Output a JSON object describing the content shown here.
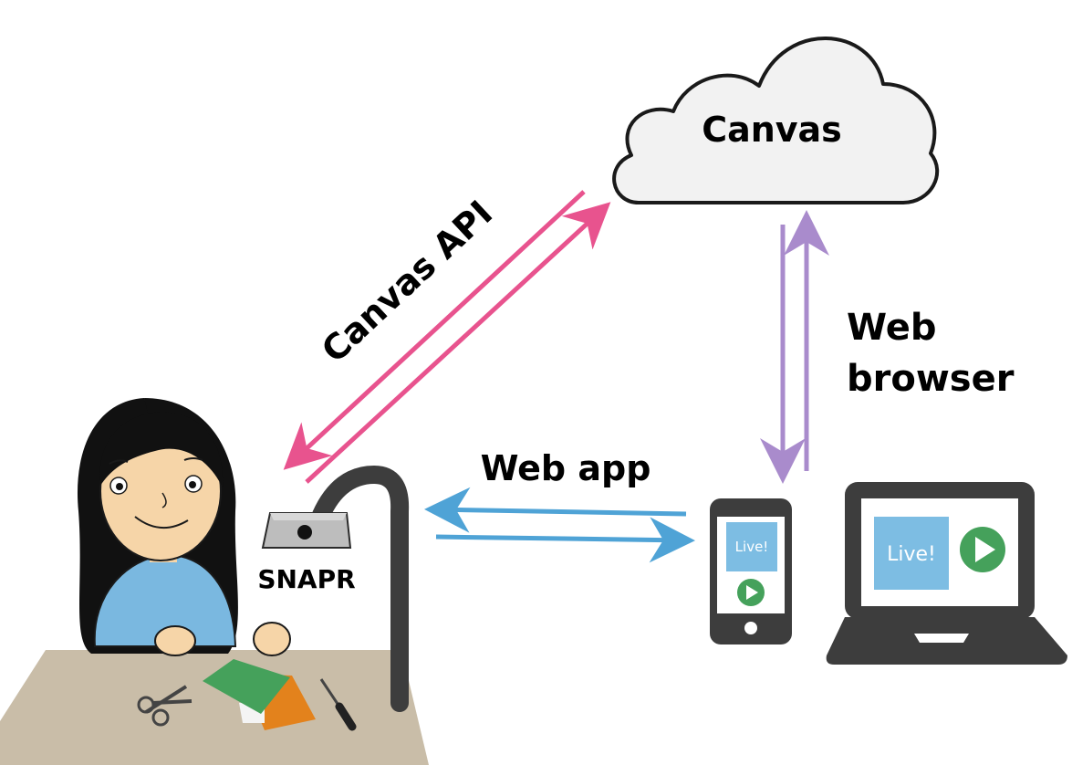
{
  "nodes": {
    "cloud": {
      "label": "Canvas"
    },
    "device": {
      "label": "SNAPR"
    },
    "phone": {
      "screen_text": "Live!"
    },
    "laptop": {
      "screen_text": "Live!"
    }
  },
  "edges": {
    "canvas_api": {
      "label": "Canvas API",
      "color": "#e8538e"
    },
    "web_app": {
      "label": "Web app",
      "color": "#4fa3d6"
    },
    "web_browser": {
      "label_line1": "Web",
      "label_line2": "browser",
      "color": "#a98bcc"
    }
  },
  "colors": {
    "screen_blue": "#7dbde3",
    "play_green": "#45a15b",
    "device_dark": "#3d3d3d",
    "skin": "#f6d5a8",
    "shirt": "#7ab8e0",
    "table": "#c9bda8"
  },
  "icons": [
    "cloud-icon",
    "person-icon",
    "document-camera-icon",
    "phone-icon",
    "laptop-icon",
    "play-icon",
    "scissors-icon",
    "screwdriver-icon"
  ]
}
